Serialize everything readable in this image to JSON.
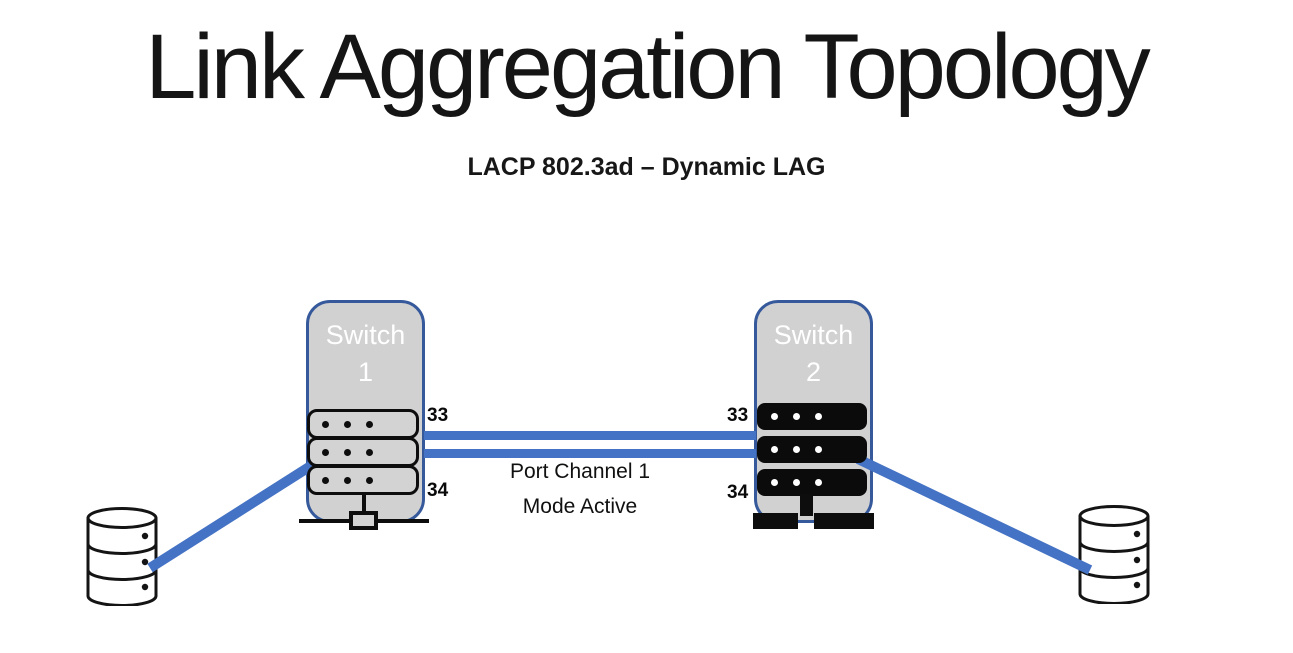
{
  "slide": {
    "title": "Link Aggregation Topology",
    "subtitle": "LACP 802.3ad – Dynamic LAG"
  },
  "switch1": {
    "label": "Switch",
    "number": "1",
    "port_top": "33",
    "port_bottom": "34",
    "icon": "server-stack-outline-icon"
  },
  "switch2": {
    "label": "Switch",
    "number": "2",
    "port_top": "33",
    "port_bottom": "34",
    "icon": "server-stack-solid-icon"
  },
  "port_channel": {
    "line1": "Port Channel 1",
    "line2": "Mode Active"
  },
  "storage_left": {
    "icon": "database-cylinder-icon"
  },
  "storage_right": {
    "icon": "database-cylinder-icon"
  },
  "colors": {
    "link_blue": "#4472C4",
    "switch_border": "#35599B",
    "switch_fill": "#D2D1D1",
    "text": "#111111"
  }
}
